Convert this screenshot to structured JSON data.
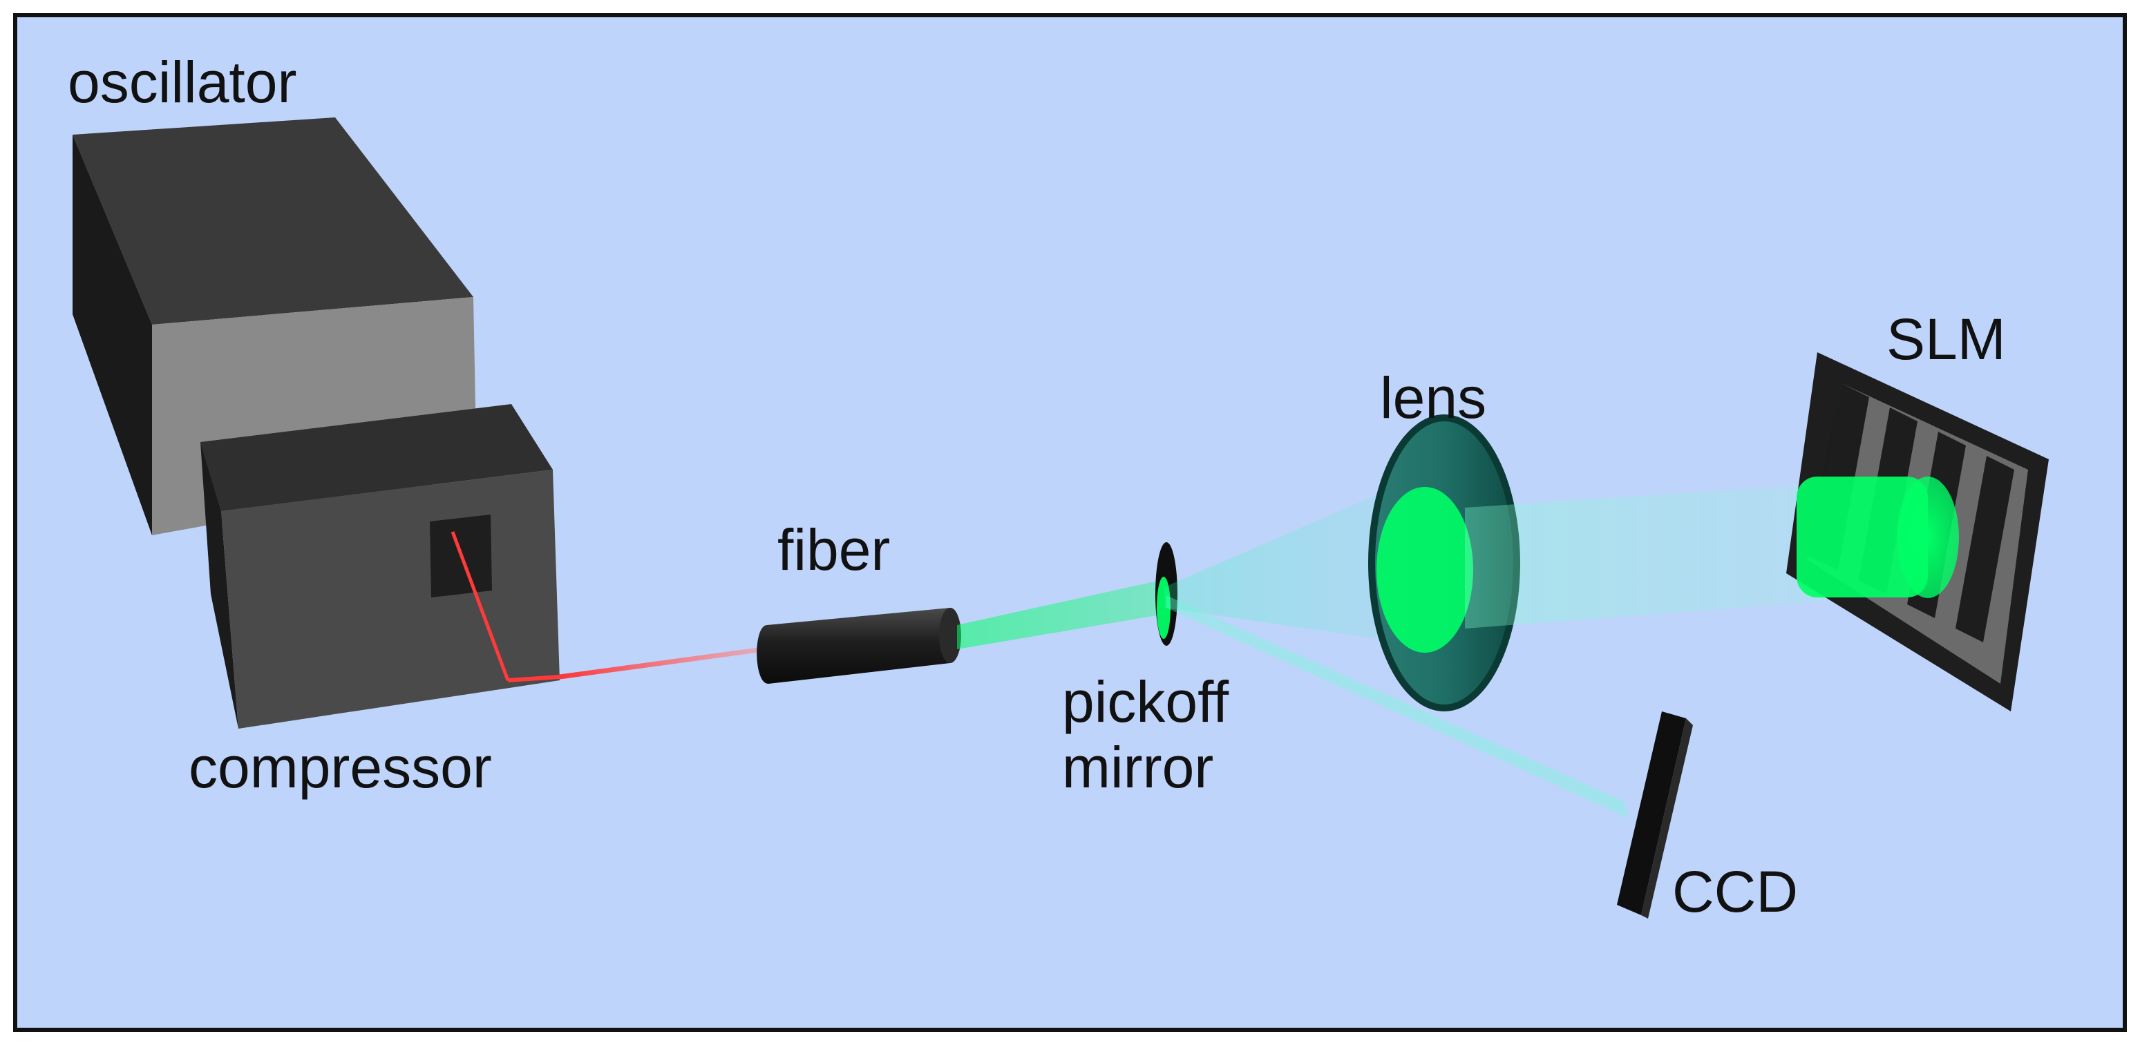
{
  "labels": {
    "oscillator": "oscillator",
    "compressor": "compressor",
    "fiber": "fiber",
    "pickoff_line1": "pickoff",
    "pickoff_line2": "mirror",
    "lens": "lens",
    "slm": "SLM",
    "ccd": "CCD"
  },
  "colors": {
    "background": "#bfd4fb",
    "border": "#111111",
    "laser_red": "#ff4a4a",
    "beam_green": "#00ff66",
    "lens_teal": "#1f6f66",
    "box_dark": "#3f3f3f",
    "box_light": "#8a8a8a"
  }
}
